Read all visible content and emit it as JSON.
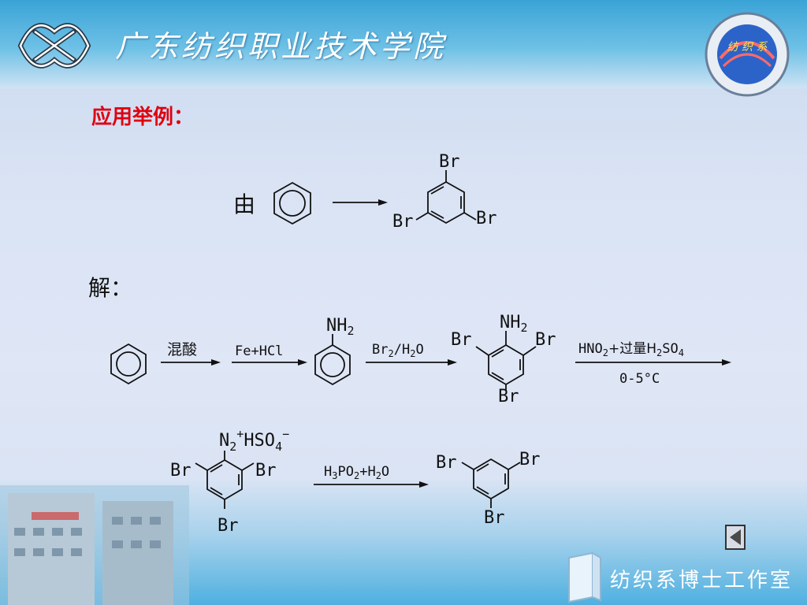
{
  "header": {
    "title": "广东纺织职业技术学院"
  },
  "logo_right": {
    "text": "纺 织 系"
  },
  "section": {
    "heading": "应用举例：",
    "solution_label": "解：",
    "from_label": "由"
  },
  "target": {
    "sub1": "Br",
    "sub2": "Br",
    "sub3": "Br"
  },
  "steps": [
    {
      "reagent": "混酸"
    },
    {
      "reagent": "Fe+HCl"
    },
    {
      "reagent": "Br2/H2O"
    },
    {
      "reagent": "HNO2+过量H2SO4",
      "condition": "0-5°C"
    },
    {
      "reagent": "H3PO2+H2O"
    }
  ],
  "labels": {
    "nh2": "NH2",
    "br": "Br",
    "n2hso4": "N2+HSO4−"
  },
  "footer": {
    "caption": "纺织系博士工作室"
  },
  "colors": {
    "heading": "#e00010",
    "header_top": "#3aa3d6",
    "footer_bottom": "#4fb0e0"
  },
  "nav": {
    "icon": "back-triangle-icon"
  }
}
